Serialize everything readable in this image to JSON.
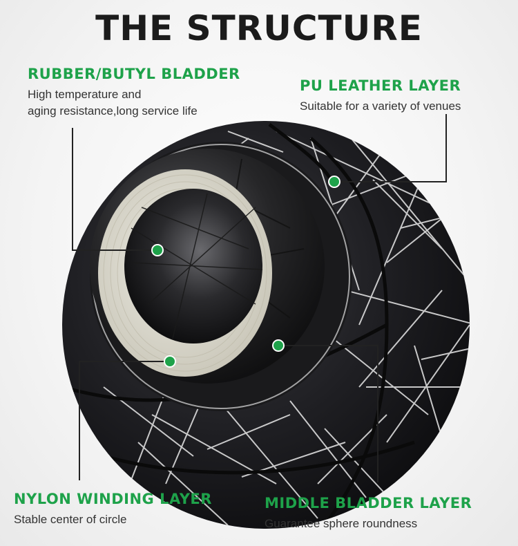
{
  "title": "THE STRUCTURE",
  "labels": {
    "rubber": {
      "heading": "RUBBER/BUTYL BLADDER",
      "line1": "High temperature and",
      "line2": "aging resistance,long service life"
    },
    "pu": {
      "heading": "PU LEATHER LAYER",
      "line1": "Suitable for a variety of venues"
    },
    "nylon": {
      "heading": "NYLON WINDING LAYER",
      "line1": "Stable center of circle"
    },
    "middle": {
      "heading": "MIDDLE BLADDER LAYER",
      "line1": "Guarantee sphere roundness"
    }
  },
  "colors": {
    "accent_green": "#1ea24a",
    "ball_dark": "#1c1c1f",
    "nylon_cream": "#d9d6c9"
  },
  "icons": [
    "pointer-dot-icon"
  ]
}
